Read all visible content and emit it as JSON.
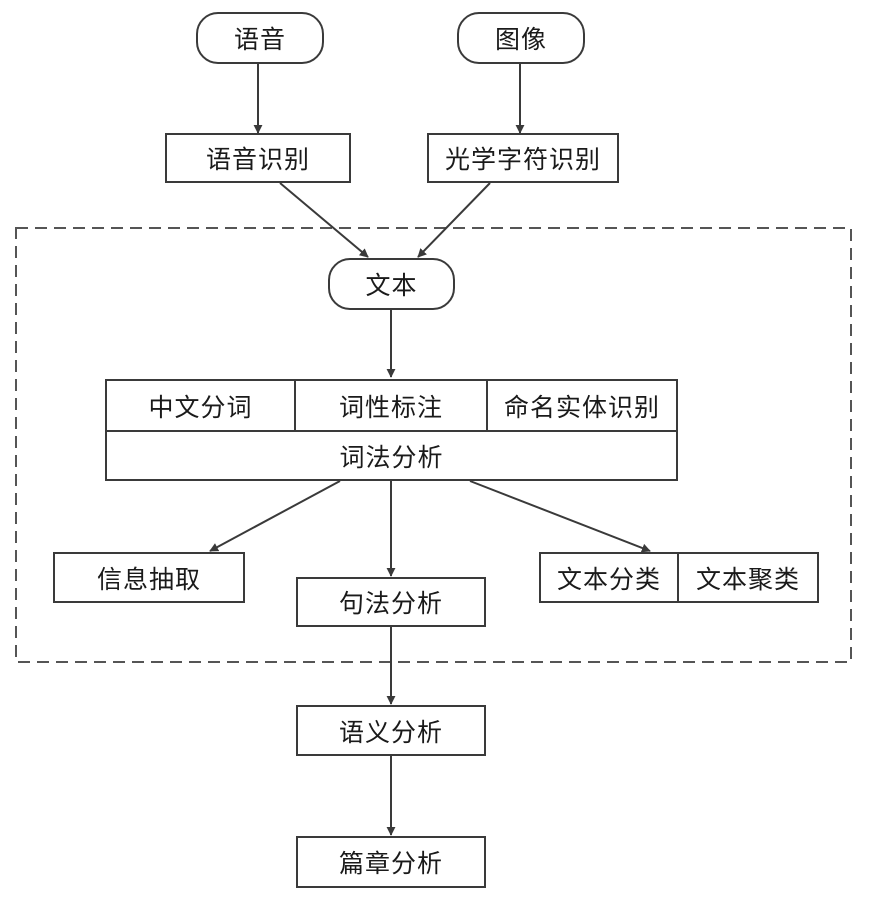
{
  "nodes": {
    "speech": "语音",
    "image": "图像",
    "speech_recognition": "语音识别",
    "ocr": "光学字符识别",
    "text": "文本",
    "word_segmentation": "中文分词",
    "pos_tagging": "词性标注",
    "ner": "命名实体识别",
    "lexical_analysis": "词法分析",
    "information_extraction": "信息抽取",
    "syntactic_analysis": "句法分析",
    "text_classification": "文本分类",
    "text_clustering": "文本聚类",
    "semantic_analysis": "语义分析",
    "discourse_analysis": "篇章分析"
  },
  "colors": {
    "line": "#3a3a3a",
    "dashed_border": "#555555"
  }
}
